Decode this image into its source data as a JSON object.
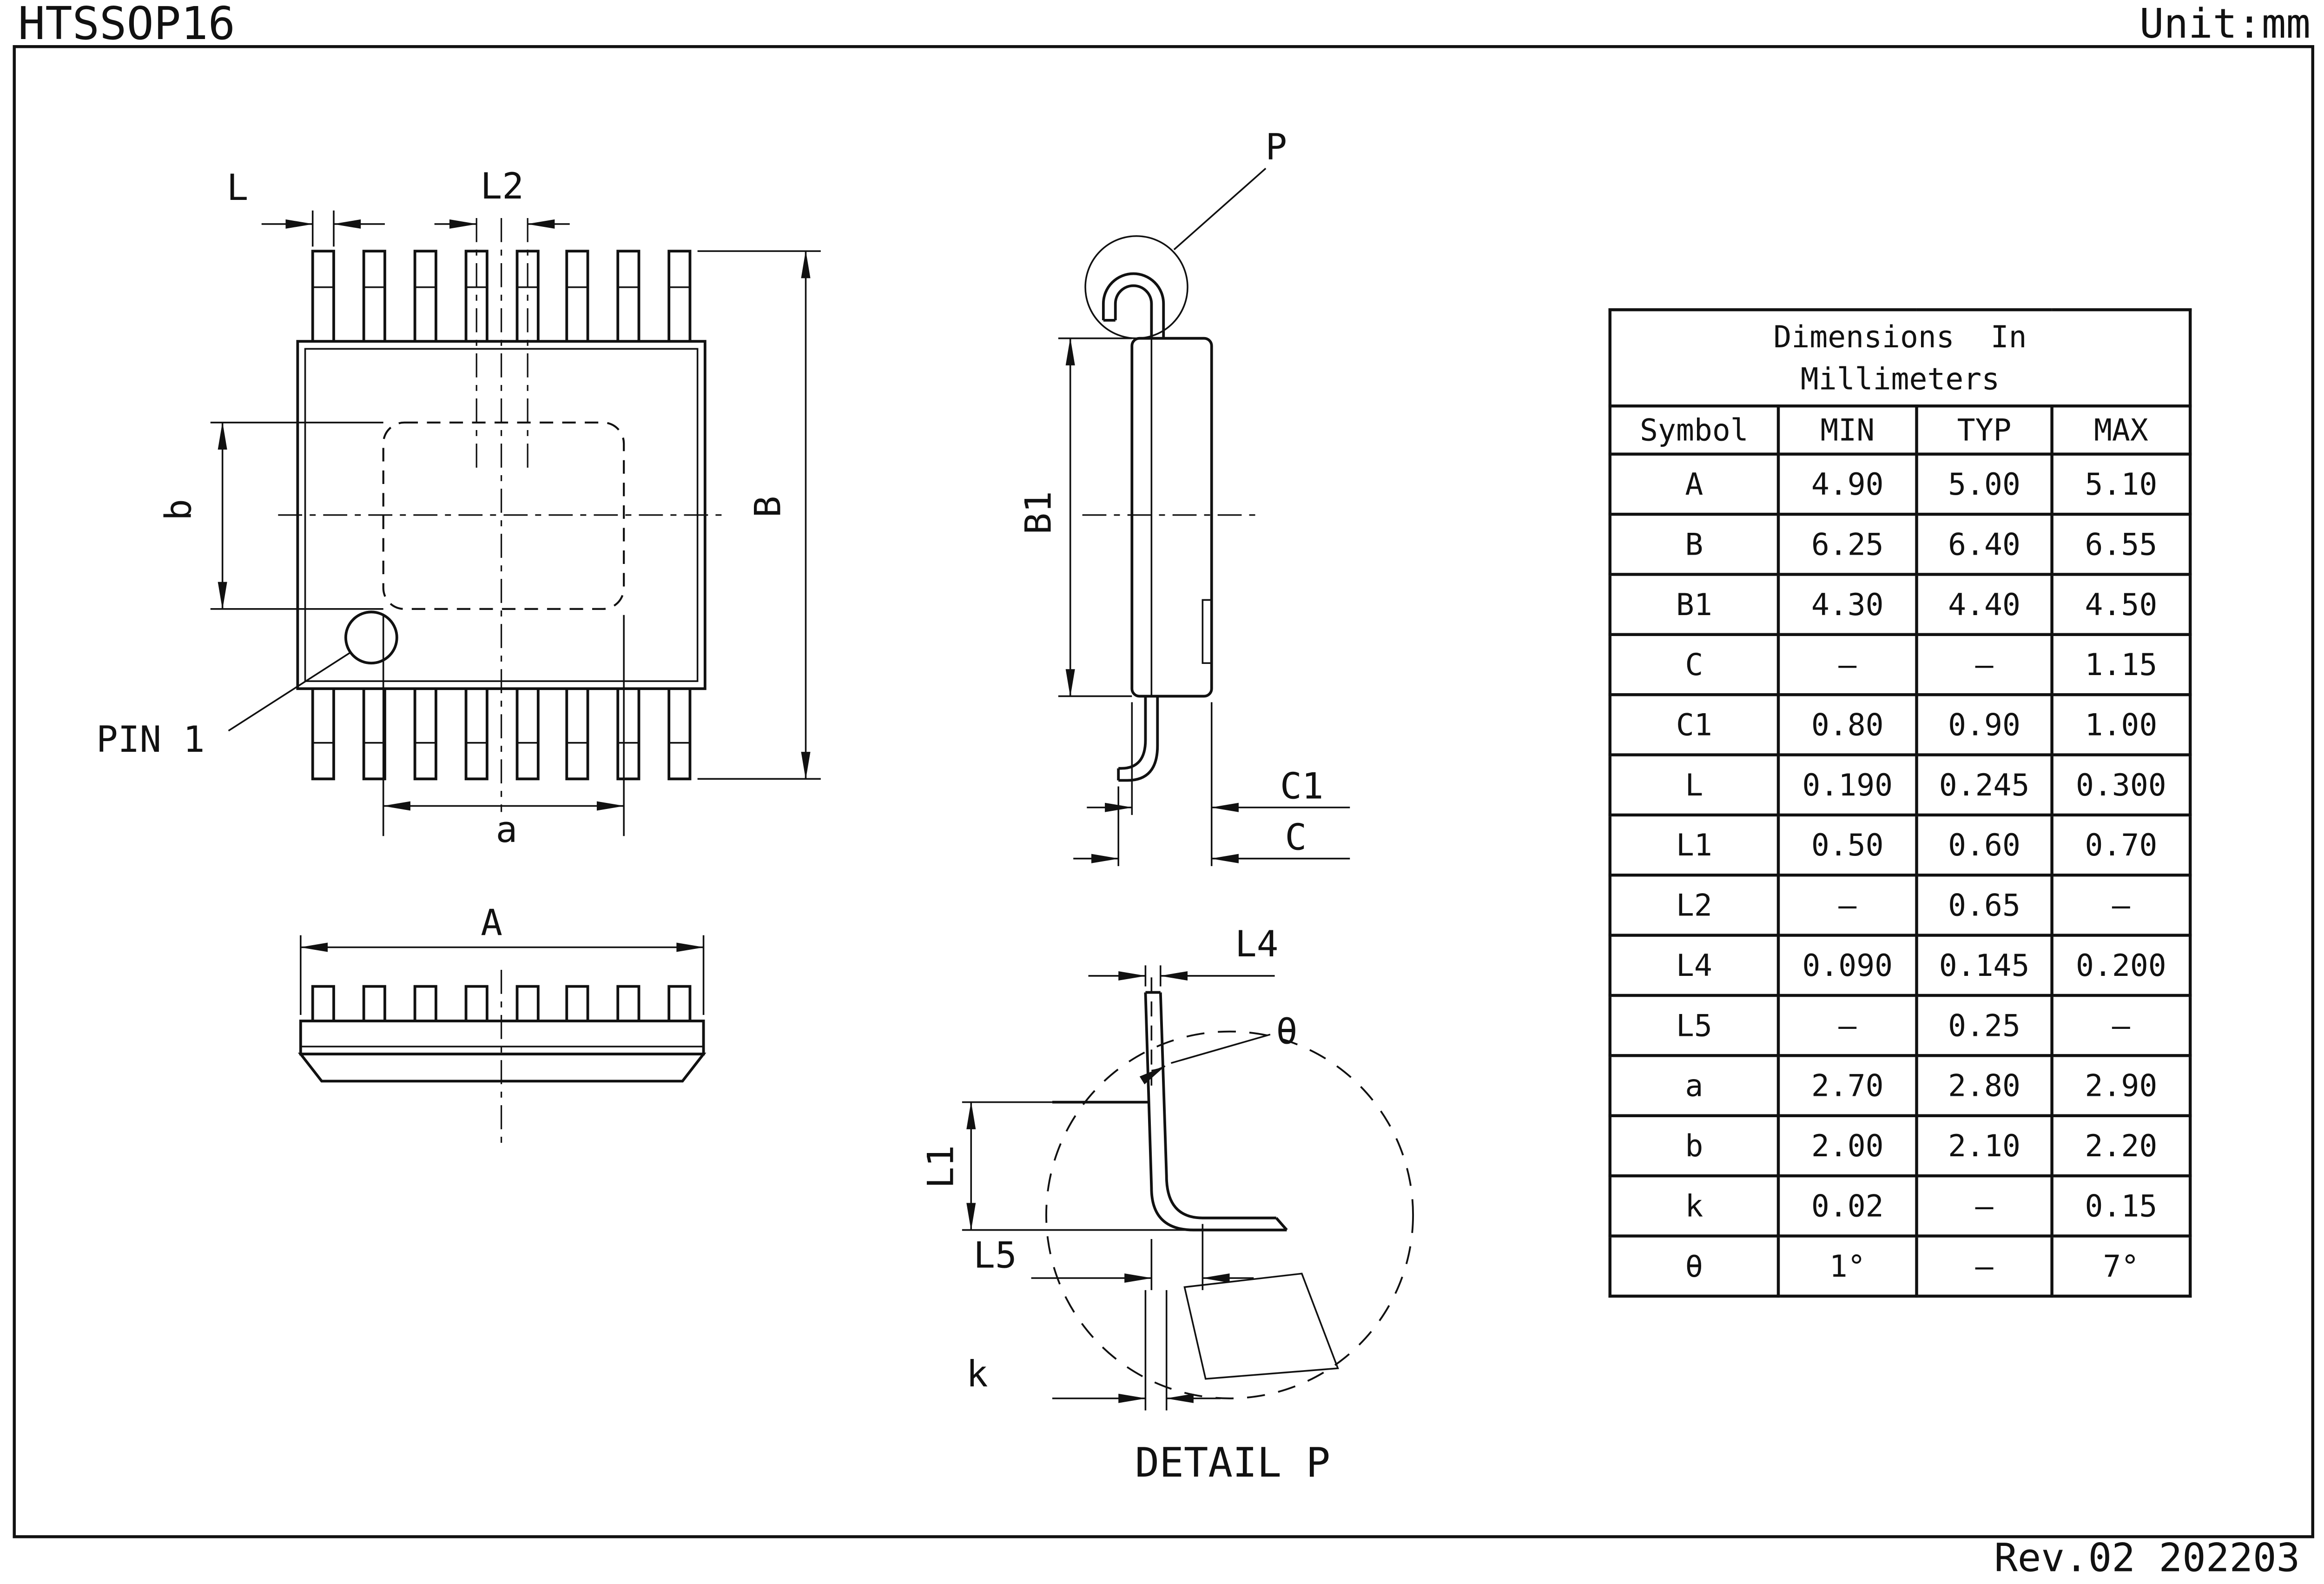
{
  "header": {
    "title": "HTSSOP16",
    "unit": "Unit:mm"
  },
  "footer": {
    "revision": "Rev.02  202203"
  },
  "drawing": {
    "top_view": {
      "dim_L": "L",
      "dim_L2": "L2",
      "dim_B": "B",
      "dim_b": "b",
      "dim_a": "a",
      "pin1_label": "PIN 1"
    },
    "front_view": {
      "dim_A": "A"
    },
    "side_view": {
      "detail_ref": "P",
      "dim_B1": "B1",
      "dim_C1": "C1",
      "dim_C": "C"
    },
    "detail_view": {
      "dim_L4": "L4",
      "dim_theta": "θ",
      "dim_L1": "L1",
      "dim_L5": "L5",
      "dim_k": "k",
      "caption": "DETAIL P"
    }
  },
  "table": {
    "title_line1": "Dimensions  In",
    "title_line2": "Millimeters",
    "headers": [
      "Symbol",
      "MIN",
      "TYP",
      "MAX"
    ],
    "rows": [
      {
        "symbol": "A",
        "min": "4.90",
        "typ": "5.00",
        "max": "5.10"
      },
      {
        "symbol": "B",
        "min": "6.25",
        "typ": "6.40",
        "max": "6.55"
      },
      {
        "symbol": "B1",
        "min": "4.30",
        "typ": "4.40",
        "max": "4.50"
      },
      {
        "symbol": "C",
        "min": "–",
        "typ": "–",
        "max": "1.15"
      },
      {
        "symbol": "C1",
        "min": "0.80",
        "typ": "0.90",
        "max": "1.00"
      },
      {
        "symbol": "L",
        "min": "0.190",
        "typ": "0.245",
        "max": "0.300"
      },
      {
        "symbol": "L1",
        "min": "0.50",
        "typ": "0.60",
        "max": "0.70"
      },
      {
        "symbol": "L2",
        "min": "–",
        "typ": "0.65",
        "max": "–"
      },
      {
        "symbol": "L4",
        "min": "0.090",
        "typ": "0.145",
        "max": "0.200"
      },
      {
        "symbol": "L5",
        "min": "–",
        "typ": "0.25",
        "max": "–"
      },
      {
        "symbol": "a",
        "min": "2.70",
        "typ": "2.80",
        "max": "2.90"
      },
      {
        "symbol": "b",
        "min": "2.00",
        "typ": "2.10",
        "max": "2.20"
      },
      {
        "symbol": "k",
        "min": "0.02",
        "typ": "–",
        "max": "0.15"
      },
      {
        "symbol": "θ",
        "min": "1°",
        "typ": "–",
        "max": "7°"
      }
    ]
  },
  "colors": {
    "ink": "#111111",
    "paper": "#ffffff"
  }
}
